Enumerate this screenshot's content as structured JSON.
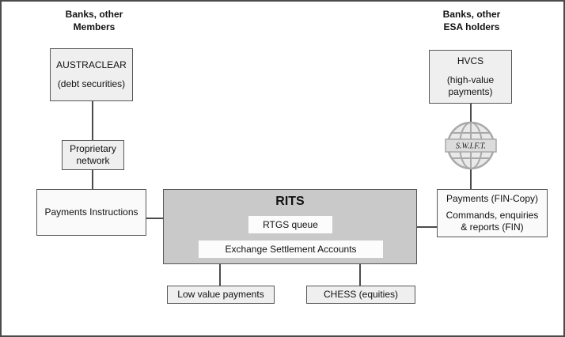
{
  "headers": {
    "left": "Banks, other\nMembers",
    "right": "Banks, other\nESA holders"
  },
  "boxes": {
    "austraclear": {
      "title": "AUSTRACLEAR",
      "subtitle": "(debt securities)"
    },
    "proprietary_network": {
      "label": "Proprietary\nnetwork"
    },
    "payments_instructions": {
      "label": "Payments Instructions"
    },
    "hvcs": {
      "title": "HVCS",
      "subtitle": "(high-value\npayments)"
    },
    "swift": {
      "label": "S.W.I.F.T."
    },
    "rits": {
      "title": "RITS",
      "rtgs_queue": "RTGS queue",
      "esa": "Exchange Settlement Accounts"
    },
    "payments_fin": {
      "line1": "Payments (FIN-Copy)",
      "line2": "Commands, enquiries\n& reports (FIN)"
    },
    "low_value_payments": {
      "label": "Low value payments"
    },
    "chess": {
      "label": "CHESS (equities)"
    }
  },
  "colors": {
    "box_fill": "#efefef",
    "light_box_fill": "#fafafa",
    "rits_fill": "#c9c9c9",
    "inner_box_fill": "#fcfcfc",
    "border": "#4b4b4b",
    "globe_stroke": "#a9a9a9",
    "globe_fill": "#e9e9e9",
    "band_fill": "#dcdcdc"
  }
}
